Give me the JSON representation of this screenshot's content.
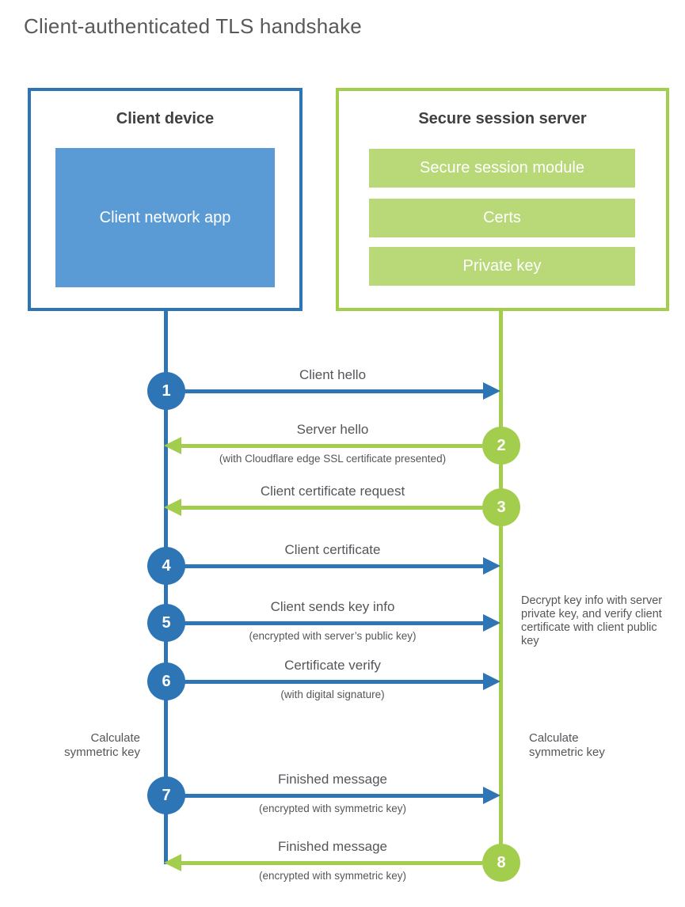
{
  "title": "Client-authenticated TLS handshake",
  "client_box": {
    "heading": "Client device",
    "app_label": "Client network app"
  },
  "server_box": {
    "heading": "Secure session server",
    "modules": [
      "Secure session module",
      "Certs",
      "Private key"
    ]
  },
  "steps": [
    {
      "number": "1",
      "from": "client",
      "direction": "right",
      "label": "Client hello",
      "note": ""
    },
    {
      "number": "2",
      "from": "server",
      "direction": "left",
      "label": "Server hello",
      "note": "(with Cloudflare edge SSL certificate presented)"
    },
    {
      "number": "3",
      "from": "server",
      "direction": "left",
      "label": "Client certificate request",
      "note": ""
    },
    {
      "number": "4",
      "from": "client",
      "direction": "right",
      "label": "Client certificate",
      "note": ""
    },
    {
      "number": "5",
      "from": "client",
      "direction": "right",
      "label": "Client sends key info",
      "note": "(encrypted with server’s public key)"
    },
    {
      "number": "6",
      "from": "client",
      "direction": "right",
      "label": "Certificate verify",
      "note": "(with digital signature)"
    },
    {
      "number": "7",
      "from": "client",
      "direction": "right",
      "label": "Finished message",
      "note": "(encrypted with symmetric key)"
    },
    {
      "number": "8",
      "from": "server",
      "direction": "left",
      "label": "Finished message",
      "note": "(encrypted with symmetric key)"
    }
  ],
  "annotations": {
    "decrypt_note": "Decrypt key info with server private key, and verify client certificate with client public key",
    "calc_symmetric_left": "Calculate\nsymmetric key",
    "calc_symmetric_right": "Calculate\nsymmetric key"
  },
  "colors": {
    "client_primary": "#2e75b6",
    "client_fill": "#5b9bd5",
    "server_primary": "#a3ce4d",
    "server_fill": "#b9d878",
    "title_text": "#58595b",
    "heading_text": "#3f4042",
    "label_text": "#55565a"
  }
}
